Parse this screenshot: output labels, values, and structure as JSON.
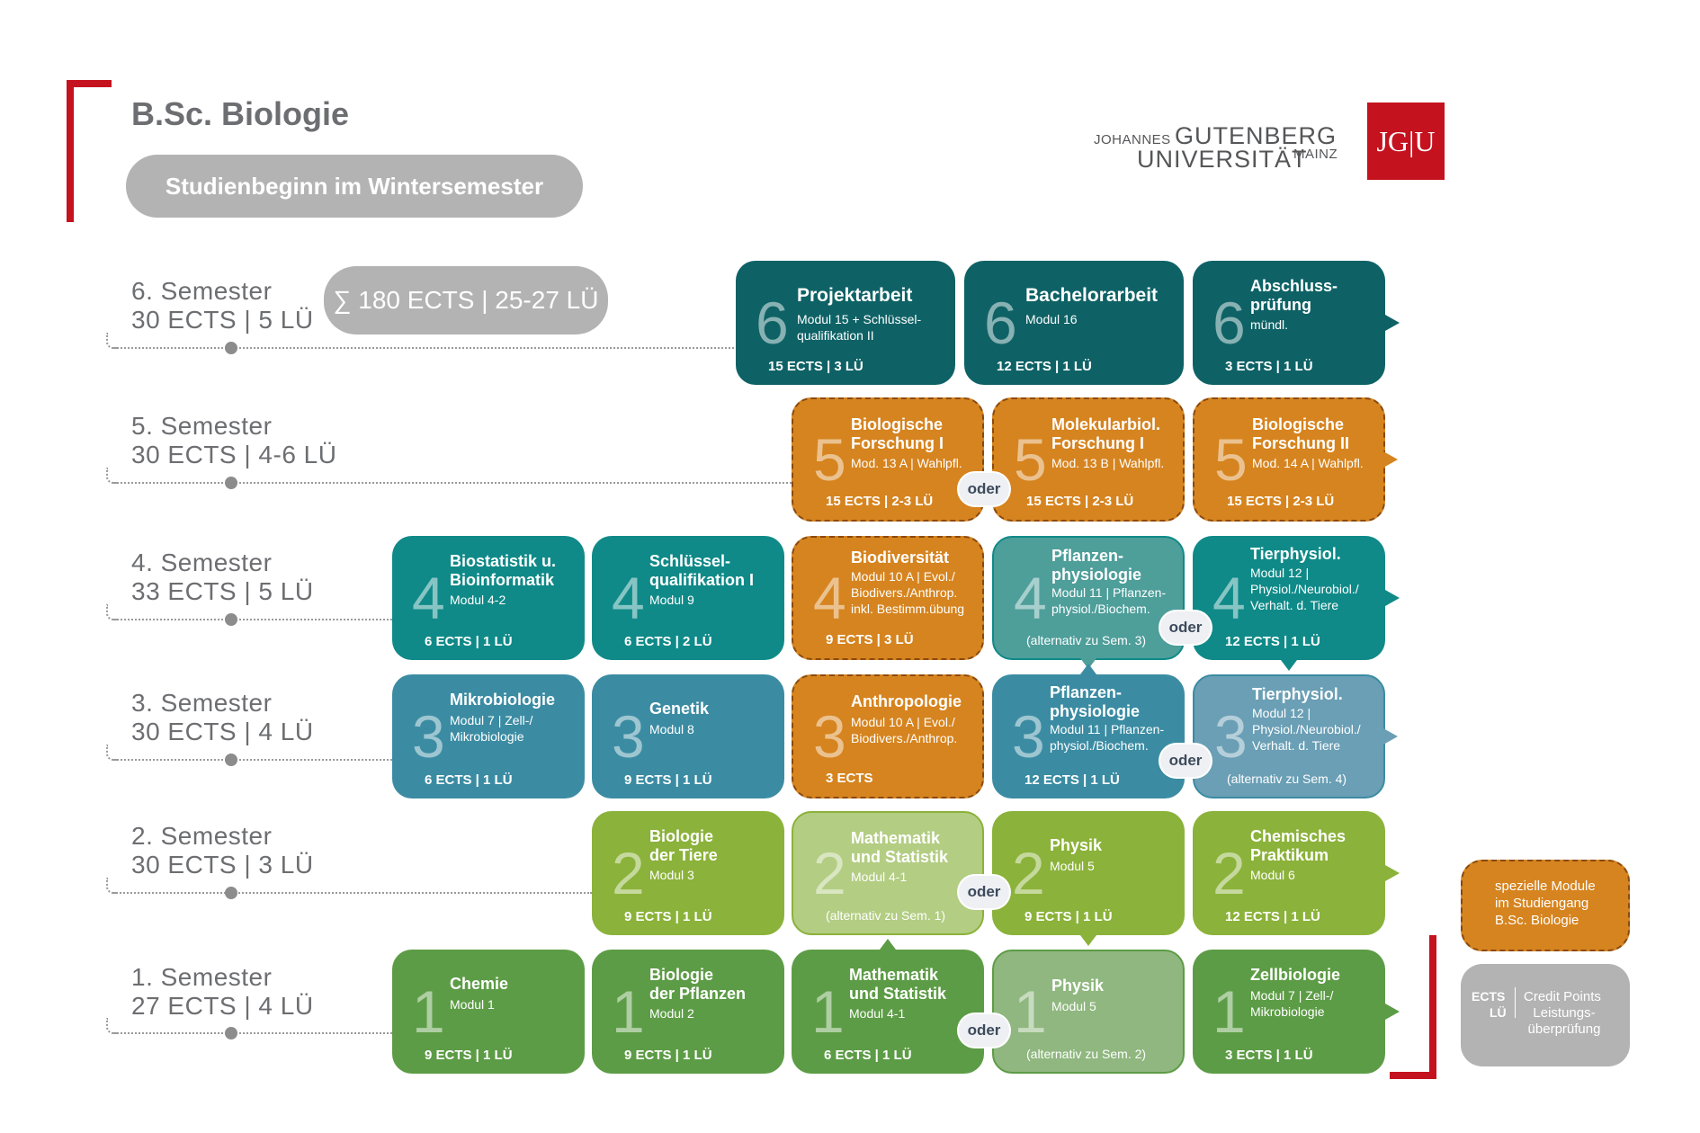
{
  "header": {
    "title": "B.Sc. Biologie",
    "start_label": "Studienbeginn im Wintersemester",
    "total_label": "∑ 180 ECTS | 25-27 LÜ"
  },
  "logo": {
    "johannes": "JOHANNES",
    "gutenberg": "GUTENBERG",
    "universitaet": "UNIVERSITÄT",
    "mainz": "MAINZ",
    "jgu_mark": "JG|U"
  },
  "colors": {
    "brand_red": "#c4121f",
    "sem6": "#0e6266",
    "sem5": "#d6841f",
    "teal": "#0f8a88",
    "teal_light": "#4e9e9a",
    "blue": "#3b8ca3",
    "blue_light": "#6a9fb5",
    "lime": "#8bb23a",
    "lime_light": "#b3cd83",
    "green": "#5d9c46",
    "green_light": "#8fb77f",
    "grey": "#b3b3b3"
  },
  "semesters": [
    {
      "name": "6. Semester",
      "credits": "30 ECTS | 5 LÜ"
    },
    {
      "name": "5. Semester",
      "credits": "30 ECTS | 4-6 LÜ"
    },
    {
      "name": "4. Semester",
      "credits": "33 ECTS | 5 LÜ"
    },
    {
      "name": "3. Semester",
      "credits": "30 ECTS | 4 LÜ"
    },
    {
      "name": "2. Semester",
      "credits": "30 ECTS | 3 LÜ"
    },
    {
      "name": "1. Semester",
      "credits": "27 ECTS | 4 LÜ"
    }
  ],
  "modules": {
    "s6_projekt": {
      "num": "6",
      "title": "Projektarbeit",
      "sub": "Modul 15 + Schlüssel-\nqualifikation II",
      "ects": "15 ECTS | 3 LÜ"
    },
    "s6_bachelor": {
      "num": "6",
      "title": "Bachelorarbeit",
      "sub": "Modul 16",
      "ects": "12 ECTS | 1 LÜ"
    },
    "s6_abschluss": {
      "num": "6",
      "title": "Abschluss-\nprüfung",
      "sub": "mündl.",
      "ects": "3 ECTS | 1 LÜ"
    },
    "s5_bioforsch1": {
      "num": "5",
      "title": "Biologische\nForschung I",
      "sub": "Mod. 13 A | Wahlpfl.",
      "ects": "15 ECTS | 2-3 LÜ"
    },
    "s5_molbio": {
      "num": "5",
      "title": "Molekularbiol.\nForschung I",
      "sub": "Mod. 13 B | Wahlpfl.",
      "ects": "15 ECTS | 2-3 LÜ"
    },
    "s5_bioforsch2": {
      "num": "5",
      "title": "Biologische\nForschung II",
      "sub": "Mod. 14 A | Wahlpfl.",
      "ects": "15 ECTS | 2-3 LÜ"
    },
    "s4_biostat": {
      "num": "4",
      "title": "Biostatistik u.\nBioinformatik",
      "sub": "Modul 4-2",
      "ects": "6 ECTS | 1 LÜ"
    },
    "s4_schluessel": {
      "num": "4",
      "title": "Schlüssel-\nqualifikation  I",
      "sub": "Modul 9",
      "ects": "6 ECTS | 2 LÜ"
    },
    "s4_biodiv": {
      "num": "4",
      "title": "Biodiversität",
      "sub": "Modul 10 A | Evol./\nBiodivers./Anthrop.\ninkl. Bestimm.übung",
      "ects": "9 ECTS | 3 LÜ"
    },
    "s4_pflanzen": {
      "num": "4",
      "title": "Pflanzen-\nphysiologie",
      "sub": "Modul 11 | Pflanzen-\nphysiol./Biochem.",
      "alt": "(alternativ zu Sem. 3)"
    },
    "s4_tierphys": {
      "num": "4",
      "title": "Tierphysiol.",
      "sub": "Modul 12  |\nPhysiol./Neurobiol./\nVerhalt. d. Tiere",
      "ects": "12 ECTS | 1 LÜ"
    },
    "s3_mikro": {
      "num": "3",
      "title": "Mikrobiologie",
      "sub": "Modul 7 | Zell-/\nMikrobiologie",
      "ects": "6 ECTS | 1 LÜ"
    },
    "s3_genetik": {
      "num": "3",
      "title": "Genetik",
      "sub": "Modul 8",
      "ects": "9 ECTS | 1 LÜ"
    },
    "s3_anthro": {
      "num": "3",
      "title": "Anthropologie",
      "sub": "Modul 10 A | Evol./\nBiodivers./Anthrop.",
      "ects": "3 ECTS"
    },
    "s3_pflanzen": {
      "num": "3",
      "title": "Pflanzen-\nphysiologie",
      "sub": "Modul 11 | Pflanzen-\nphysiol./Biochem.",
      "ects": "12 ECTS | 1 LÜ"
    },
    "s3_tierphys": {
      "num": "3",
      "title": "Tierphysiol.",
      "sub": "Modul 12  |\nPhysiol./Neurobiol./\nVerhalt. d. Tiere",
      "alt": "(alternativ zu Sem. 4)"
    },
    "s2_tiere": {
      "num": "2",
      "title": "Biologie\nder Tiere",
      "sub": "Modul 3",
      "ects": "9 ECTS | 1 LÜ"
    },
    "s2_mathe": {
      "num": "2",
      "title": "Mathematik\nund Statistik",
      "sub": "Modul 4-1",
      "alt": "(alternativ zu Sem. 1)"
    },
    "s2_physik": {
      "num": "2",
      "title": "Physik",
      "sub": "Modul 5",
      "ects": "9 ECTS | 1 LÜ"
    },
    "s2_chemprak": {
      "num": "2",
      "title": "Chemisches\nPraktikum",
      "sub": "Modul 6",
      "ects": "12 ECTS | 1 LÜ"
    },
    "s1_chemie": {
      "num": "1",
      "title": "Chemie",
      "sub": "Modul 1",
      "ects": "9 ECTS | 1 LÜ"
    },
    "s1_pflanzen": {
      "num": "1",
      "title": "Biologie\nder Pflanzen",
      "sub": "Modul 2",
      "ects": "9 ECTS | 1 LÜ"
    },
    "s1_mathe": {
      "num": "1",
      "title": "Mathematik\nund Statistik",
      "sub": "Modul 4-1",
      "ects": "6 ECTS | 1 LÜ"
    },
    "s1_physik": {
      "num": "1",
      "title": "Physik",
      "sub": "Modul 5",
      "alt": "(alternativ zu Sem. 2)"
    },
    "s1_zell": {
      "num": "1",
      "title": "Zellbiologie",
      "sub": "Modul 7 | Zell-/\nMikrobiologie",
      "ects": "3 ECTS | 1 LÜ"
    }
  },
  "oder_label": "oder",
  "legend": {
    "special": "spezielle Module\nim Studiengang\nB.Sc. Biologie",
    "ects_abbr": "ECTS",
    "ects_def": "Credit Points",
    "lu_abbr": "LÜ",
    "lu_def": "Leistungs-\nüberprüfung"
  }
}
